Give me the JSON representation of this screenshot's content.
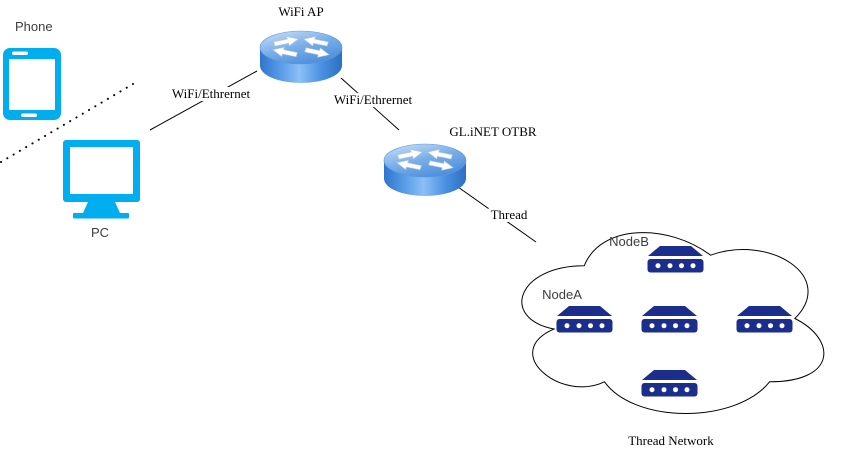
{
  "diagram": {
    "devices": {
      "phone": {
        "label": "Phone"
      },
      "pc": {
        "label": "PC"
      },
      "wifi_ap": {
        "label": "WiFi AP"
      },
      "otbr": {
        "label": "GL.iNET OTBR"
      }
    },
    "links": {
      "pc_to_ap": {
        "label": "WiFi/Ethrernet",
        "style": "solid"
      },
      "ap_to_otbr": {
        "label": "WiFi/Ethrernet",
        "style": "solid"
      },
      "otbr_to_cloud": {
        "label": "Thread",
        "style": "solid"
      },
      "phone_wireless": {
        "label": "",
        "style": "dotted"
      }
    },
    "thread_network": {
      "label": "Thread Network",
      "node_a": {
        "label": "NodeA"
      },
      "node_b": {
        "label": "NodeB"
      },
      "unnamed_node_count": 3
    },
    "colors": {
      "device_accent": "#00aeef",
      "thread_node": "#1b2e8c",
      "router_top_light": "#bdd8f5",
      "router_side_blue": "#3d87de",
      "edge": "#000000",
      "cloud_outline": "#000000",
      "cloud_fill": "#ffffff"
    }
  }
}
